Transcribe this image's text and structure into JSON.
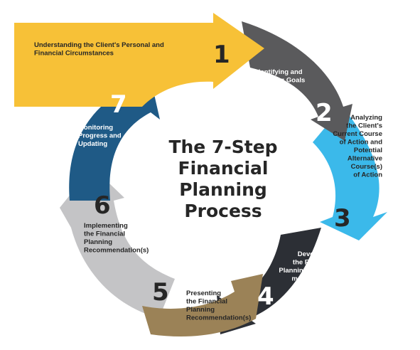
{
  "title_lines": [
    "The 7-Step",
    "Financial",
    "Planning",
    "Process"
  ],
  "steps": [
    {
      "number": "1",
      "color": "#f7c137",
      "text_color": "#262626",
      "label_lines": [
        "Understanding the Client's Personal and",
        "Financial Circumstances"
      ]
    },
    {
      "number": "2",
      "color": "#5a5a5c",
      "text_color": "#ffffff",
      "label_lines": [
        "Identifying and",
        "Selecting Goals"
      ]
    },
    {
      "number": "3",
      "color": "#3bb9ea",
      "text_color": "#262626",
      "label_lines": [
        "Analyzing",
        "the Client's",
        "Current Course",
        "of Action and",
        "Potential",
        "Alternative",
        "Course(s)",
        "of Action"
      ]
    },
    {
      "number": "4",
      "color": "#2c2f35",
      "text_color": "#ffffff",
      "label_lines": [
        "Developing",
        "the Financial",
        "Planning Recom-",
        "mendation(s)"
      ]
    },
    {
      "number": "5",
      "color": "#9b8257",
      "text_color": "#262626",
      "label_lines": [
        "Presenting",
        "the Financial",
        "Planning",
        "Recommendation(s)"
      ]
    },
    {
      "number": "6",
      "color": "#c4c4c6",
      "text_color": "#262626",
      "label_lines": [
        "Implementing",
        "the Financial",
        "Planning",
        "Recommendation(s)"
      ]
    },
    {
      "number": "7",
      "color": "#1f5a86",
      "text_color": "#ffffff",
      "label_lines": [
        "Monitoring",
        "Progress and",
        "Updating"
      ]
    }
  ]
}
